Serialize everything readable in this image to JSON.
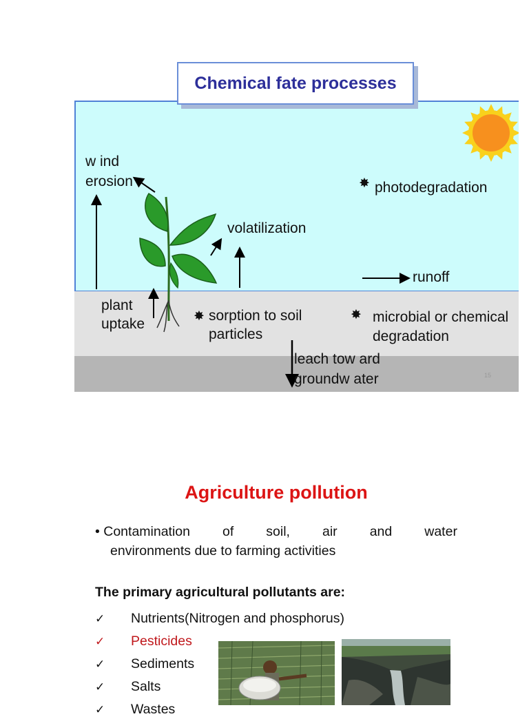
{
  "slide1": {
    "title": "Chemical fate processes",
    "labels": {
      "wind_erosion_1": "w ind",
      "wind_erosion_2": "erosion",
      "photodegradation": "photodegradation",
      "volatilization": "volatilization",
      "runoff": "runoff",
      "plant_uptake_1": "plant",
      "plant_uptake_2": "uptake",
      "sorption_1": "sorption to soil",
      "sorption_2": "particles",
      "microbial_1": "microbial or chemical",
      "microbial_2": "degradation",
      "leach_1": "leach tow ard",
      "leach_2": "groundw ater"
    },
    "slide_number": "15",
    "colors": {
      "sky": "#cdfcfc",
      "soil": "#e2e2e2",
      "deep_soil": "#b5b5b5",
      "title_text": "#2d2f9a",
      "sun": "#f7901e",
      "sun_rays": "#f9d11c"
    }
  },
  "slide2": {
    "title": "Agriculture pollution",
    "bullet": {
      "line1_words": [
        "Contamination",
        "of",
        "soil,",
        "air",
        "and",
        "water"
      ],
      "line2": "environments due to farming activities"
    },
    "primary_heading": {
      "part1": "The ",
      "part2": "primary",
      "part3": " agricultural ",
      "part4": "pollutants",
      "part5": " are:"
    },
    "checklist": [
      {
        "mark": "✓",
        "label": "Nutrients(Nitrogen and phosphorus)",
        "highlight": false
      },
      {
        "mark": "✓",
        "label": "Pesticides",
        "highlight": true
      },
      {
        "mark": "✓",
        "label": "Sediments",
        "highlight": false
      },
      {
        "mark": "✓",
        "label": "Salts",
        "highlight": false
      },
      {
        "mark": "✓",
        "label": "Wastes",
        "highlight": false
      }
    ],
    "colors": {
      "title": "#dc1414",
      "highlight": "#c0181c"
    }
  }
}
